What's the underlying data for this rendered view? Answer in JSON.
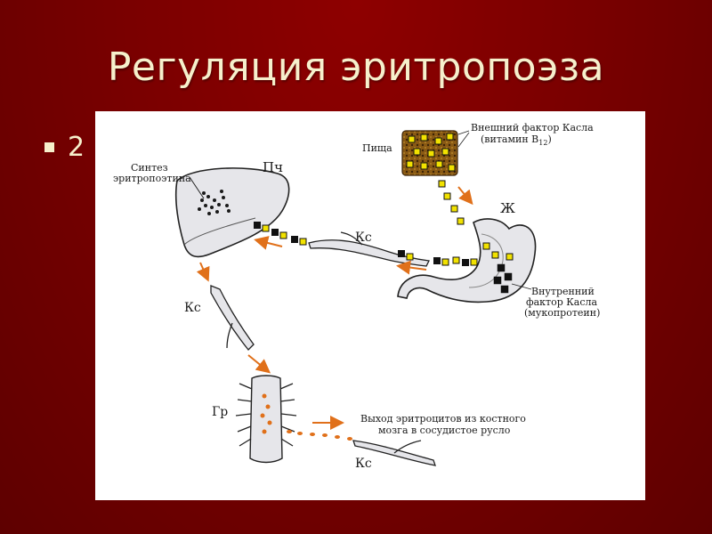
{
  "slide": {
    "title": "Регуляция эритропоэза",
    "bullet": "2"
  },
  "diagram": {
    "synthesis_line1": "Синтез",
    "synthesis_line2": "эритропоэтина",
    "liver_label": "Пч",
    "food_label": "Пища",
    "external_factor_line1": "Внешний фактор Касла",
    "external_factor_line2": "(витамин B",
    "external_factor_sub": "12",
    "external_factor_close": ")",
    "stomach_label": "Ж",
    "vessel_label": "Кс",
    "internal_factor_line1": "Внутренний",
    "internal_factor_line2": "фактор Касла",
    "internal_factor_line3": "(мукопротеин)",
    "marrow_label": "Гр",
    "exit_line1": "Выход эритроцитов из костного",
    "exit_line2": "мозга в сосудистое русло"
  },
  "colors": {
    "background": "#7a0000",
    "title_text": "#f6f0cc",
    "arrow": "#e0701a",
    "factor_yellow": "#f2e200",
    "organ_fill": "#e6e6ea"
  }
}
